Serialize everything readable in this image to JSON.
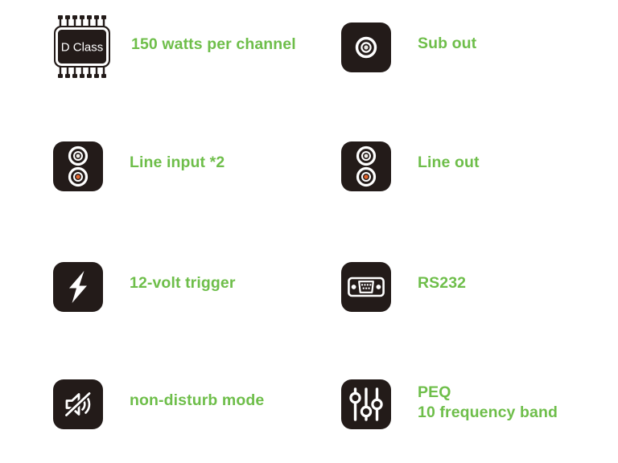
{
  "page": {
    "background_color": "#ffffff",
    "accent_color": "#6ebe4a",
    "icon_tile_color": "#231b19"
  },
  "features": [
    {
      "id": "class-d-amplifier",
      "icon": "chip-icon",
      "icon_text": "D Class",
      "label": "150 watts per channel"
    },
    {
      "id": "sub-out",
      "icon": "rca-jack-single-icon",
      "label": "Sub out"
    },
    {
      "id": "line-input",
      "icon": "rca-jack-pair-icon",
      "label": "Line input *2"
    },
    {
      "id": "line-out",
      "icon": "rca-jack-pair-icon",
      "label": "Line out"
    },
    {
      "id": "trigger",
      "icon": "lightning-bolt-icon",
      "label": "12-volt trigger"
    },
    {
      "id": "rs232",
      "icon": "db9-serial-port-icon",
      "label": "RS232"
    },
    {
      "id": "non-disturb",
      "icon": "speaker-muted-icon",
      "label": "non-disturb mode"
    },
    {
      "id": "peq",
      "icon": "equalizer-sliders-icon",
      "label": "PEQ\n10 frequency band"
    }
  ]
}
